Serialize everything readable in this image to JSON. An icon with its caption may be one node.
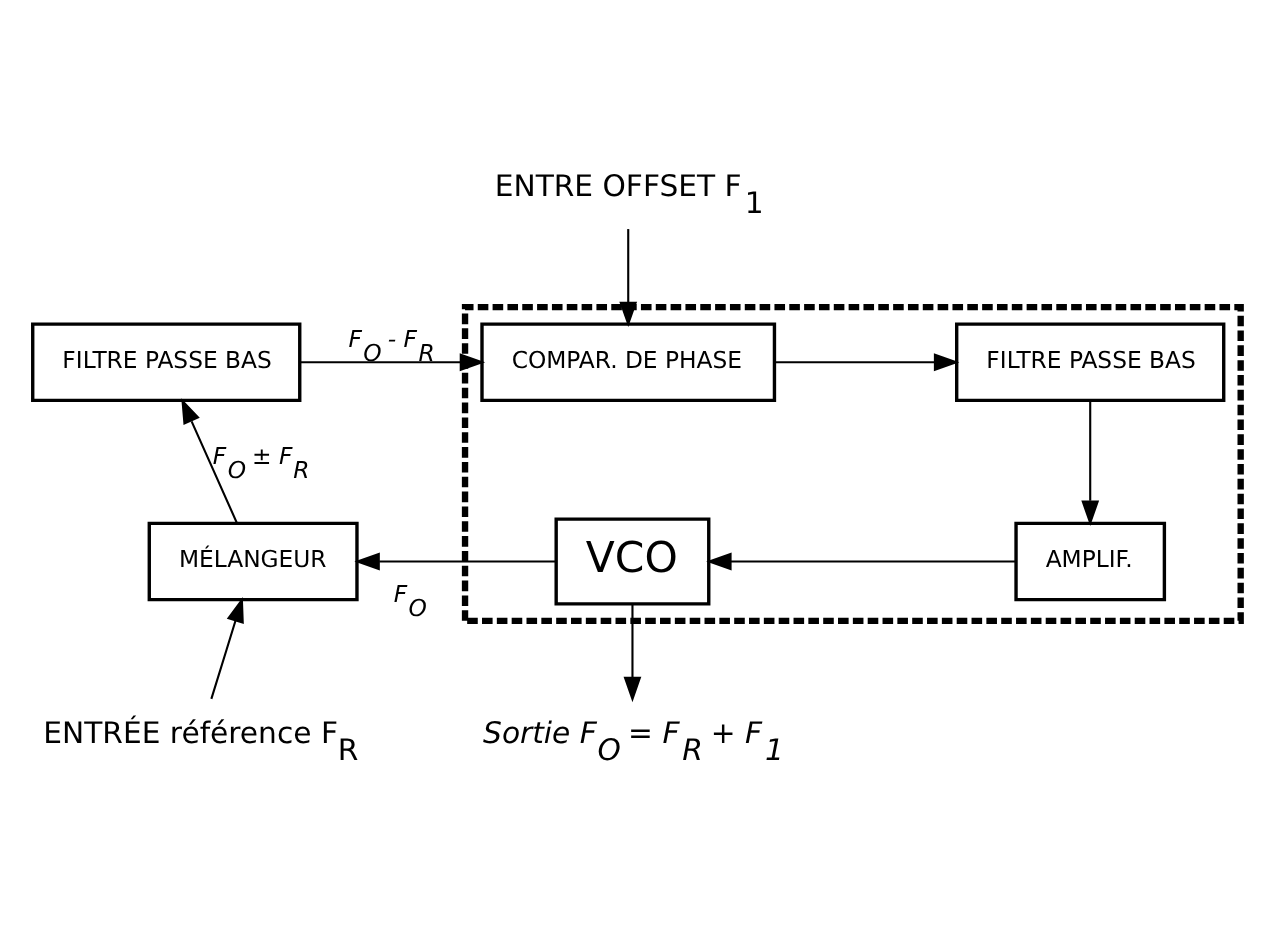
{
  "diagram": {
    "nodes": [
      {
        "text": [
          "FILTRE PASSE BAS"
        ]
      },
      {
        "text": [],
        "shape": "box"
      },
      {
        "text": [
          "COMPAR. DE PHASE"
        ],
        "in": 1
      },
      {
        "text": [
          "FILTRE PASSE BAS"
        ],
        "in": 1
      },
      {
        "text": [
          "AMPLIF."
        ],
        "in": 1
      },
      {
        "text": [
          "VCO"
        ],
        "in": 1
      },
      {
        "text": [
          "MÉLANGEUR"
        ]
      },
      {
        "text": [
          "ENTRE OFFSET F$_{1}$"
        ]
      },
      {
        "text": [
          "ENTRÉE référence F$_{R}$"
        ]
      },
      {
        "text": [
          "Sortie F$_{O}$ = F$_{R}$ + F$_{1}$"
        ]
      }
    ],
    "edges": [
      {
        "from": 7,
        "to": 2,
        "arrow": "to"
      },
      {
        "from": 0,
        "to": 2,
        "arrow": "to",
        "label": "F$_{O}$ - F$_{R}$"
      },
      {
        "from": 2,
        "to": 3,
        "arrow": "to"
      },
      {
        "from": 3,
        "to": 4,
        "arrow": "to"
      },
      {
        "from": 4,
        "to": 5,
        "arrow": "to"
      },
      {
        "from": 5,
        "to": 6,
        "arrow": "to",
        "label": "F$_{O}$"
      },
      {
        "from": 5,
        "to": 9,
        "arrow": "to"
      },
      {
        "from": 8,
        "to": 6,
        "arrow": "to"
      },
      {
        "from": 6,
        "to": 0,
        "arrow": "to",
        "label": "F$_{O}$ ± F$_{R}$"
      }
    ]
  }
}
